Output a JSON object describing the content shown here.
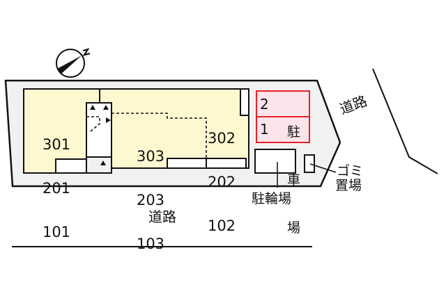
{
  "colors": {
    "lot_fill": "#f1f1f1",
    "building_fill": "#fdf8d0",
    "parking_fill": "#fbe4ea",
    "parking_border": "#e8202a",
    "line": "#111111"
  },
  "compass": {
    "label": "N",
    "icon": "north-arrow-compass"
  },
  "buildings": {
    "west_units": [
      "301",
      "201",
      "101"
    ],
    "middle_units": [
      "303",
      "203",
      "103"
    ],
    "east_units": [
      "302",
      "202",
      "102"
    ]
  },
  "parking": {
    "title": "駐車場",
    "title_chars": [
      "駐",
      "車",
      "場"
    ],
    "spaces": [
      "2",
      "1"
    ]
  },
  "facilities": {
    "bicycle_parking": "駐輪場",
    "garbage_line1": "ゴミ",
    "garbage_line2": "置場"
  },
  "roads": {
    "south": "道路",
    "east": "道路"
  }
}
